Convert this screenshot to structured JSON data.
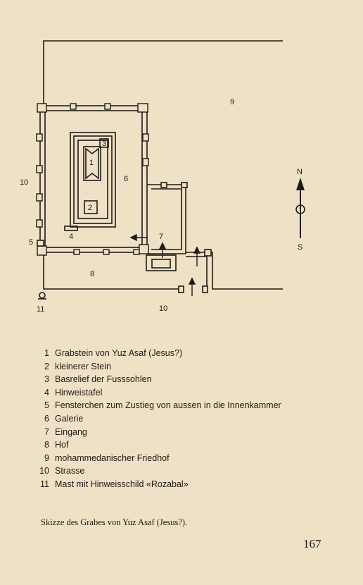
{
  "diagram": {
    "labels": {
      "n1": "1",
      "n2": "2",
      "n3": "3",
      "n4": "4",
      "n5": "5",
      "n6": "6",
      "n7": "7",
      "n8": "8",
      "n9": "9",
      "n10_left": "10",
      "n10_bottom": "10",
      "n11": "11"
    },
    "compass": {
      "north": "N",
      "south": "S"
    }
  },
  "legend": [
    {
      "num": "1",
      "text": "Grabstein von Yuz Asaf (Jesus?)"
    },
    {
      "num": "2",
      "text": "kleinerer Stein"
    },
    {
      "num": "3",
      "text": "Basrelief der Fusssohlen"
    },
    {
      "num": "4",
      "text": "Hinweistafel"
    },
    {
      "num": "5",
      "text": "Fensterchen zum Zustieg von aussen in die Innenkammer"
    },
    {
      "num": "6",
      "text": "Galerie"
    },
    {
      "num": "7",
      "text": "Eingang"
    },
    {
      "num": "8",
      "text": "Hof"
    },
    {
      "num": "9",
      "text": "mohammedanischer Friedhof"
    },
    {
      "num": "10",
      "text": "Strasse"
    },
    {
      "num": "11",
      "text": "Mast mit Hinweisschild «Rozabal»"
    }
  ],
  "caption": "Skizze des Grabes von Yuz Asaf (Jesus?).",
  "page_number": "167"
}
